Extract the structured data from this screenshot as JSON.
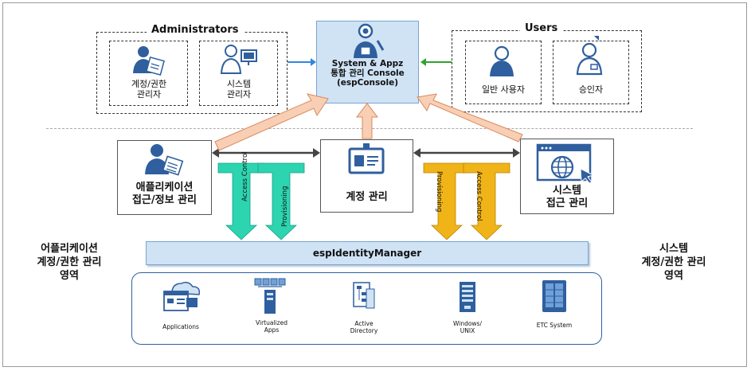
{
  "administrators": {
    "title": "Administrators",
    "roles": [
      {
        "line1": "계정/권한",
        "line2": "관리자"
      },
      {
        "line1": "시스템",
        "line2": "관리자"
      }
    ]
  },
  "users": {
    "title": "Users",
    "roles": [
      {
        "label": "일반 사용자"
      },
      {
        "label": "승인자"
      }
    ]
  },
  "console": {
    "line1": "System & Appz",
    "line2": "통합 관리 Console",
    "line3": "(espConsole)"
  },
  "middle": {
    "app_access": {
      "line1": "애플리케이션",
      "line2": "접근/정보 관리"
    },
    "account": {
      "label": "계정 관리"
    },
    "system_access": {
      "line1": "시스템",
      "line2": "접근 관리"
    }
  },
  "flows": {
    "left_access": "Access Control",
    "left_prov": "Provisioning",
    "right_prov": "Provisioning",
    "right_access": "Access Control"
  },
  "idm": {
    "label": "espIdentityManager"
  },
  "side": {
    "left": {
      "line1": "어플리케이션",
      "line2": "계정/권한 관리",
      "line3": "영역"
    },
    "right": {
      "line1": "시스템",
      "line2": "계정/권한 관리",
      "line3": "영역"
    }
  },
  "targets": [
    {
      "line1": "Applications",
      "line2": ""
    },
    {
      "line1": "Virtualized",
      "line2": "Apps"
    },
    {
      "line1": "Active",
      "line2": "Directory"
    },
    {
      "line1": "Windows/",
      "line2": "UNIX"
    },
    {
      "line1": "ETC System",
      "line2": ""
    }
  ],
  "colors": {
    "teal": "#2dd4b0",
    "orange": "#f0b418",
    "peach": "#f8cfb4",
    "peach_border": "#d88a5c",
    "blue_box": "#cfe3f5",
    "icon_blue": "#2f5f9e",
    "arrow_blue": "#2f86e0",
    "arrow_green": "#2fa32f"
  }
}
